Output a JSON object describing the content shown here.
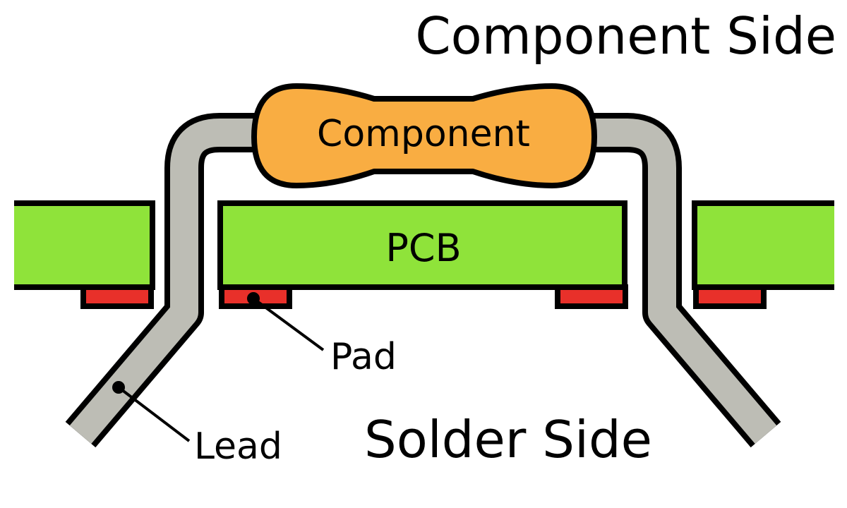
{
  "labels": {
    "component_side": "Component Side",
    "solder_side": "Solder Side",
    "component": "Component",
    "pcb": "PCB",
    "pad": "Pad",
    "lead": "Lead"
  },
  "colors": {
    "pcb": "#8fe33a",
    "pad": "#e8302a",
    "component": "#f9ad42",
    "lead": "#bdbdb5",
    "outline": "#000000",
    "background": "#ffffff"
  }
}
